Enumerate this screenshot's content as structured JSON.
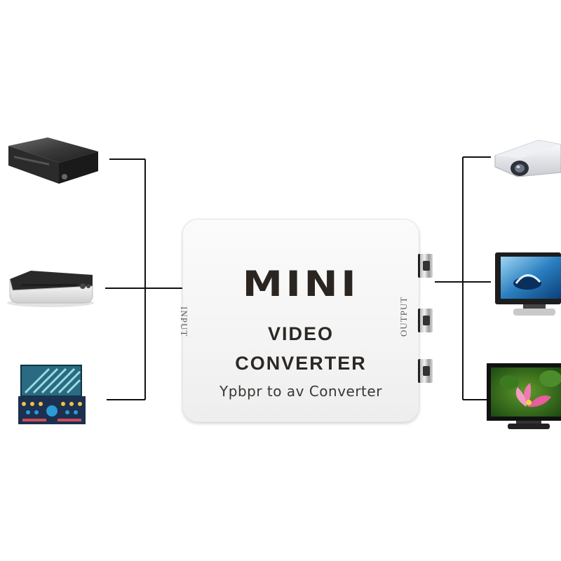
{
  "product": {
    "brand_line": "MINI",
    "title_line_1": "VIDEO",
    "title_line_2": "CONVERTER",
    "subtitle": "Ypbpr to av Converter",
    "input_label": "INPUT",
    "output_label": "OUTPUT"
  },
  "devices": {
    "inputs": [
      "set-top-box",
      "dvd-player",
      "game-console"
    ],
    "outputs": [
      "projector",
      "crt-monitor",
      "flat-screen-tv"
    ]
  },
  "colors": {
    "background": "#ffffff",
    "converter_body": "#f5f5f5",
    "text": "#2a2520",
    "connector_lines": "#111111"
  }
}
